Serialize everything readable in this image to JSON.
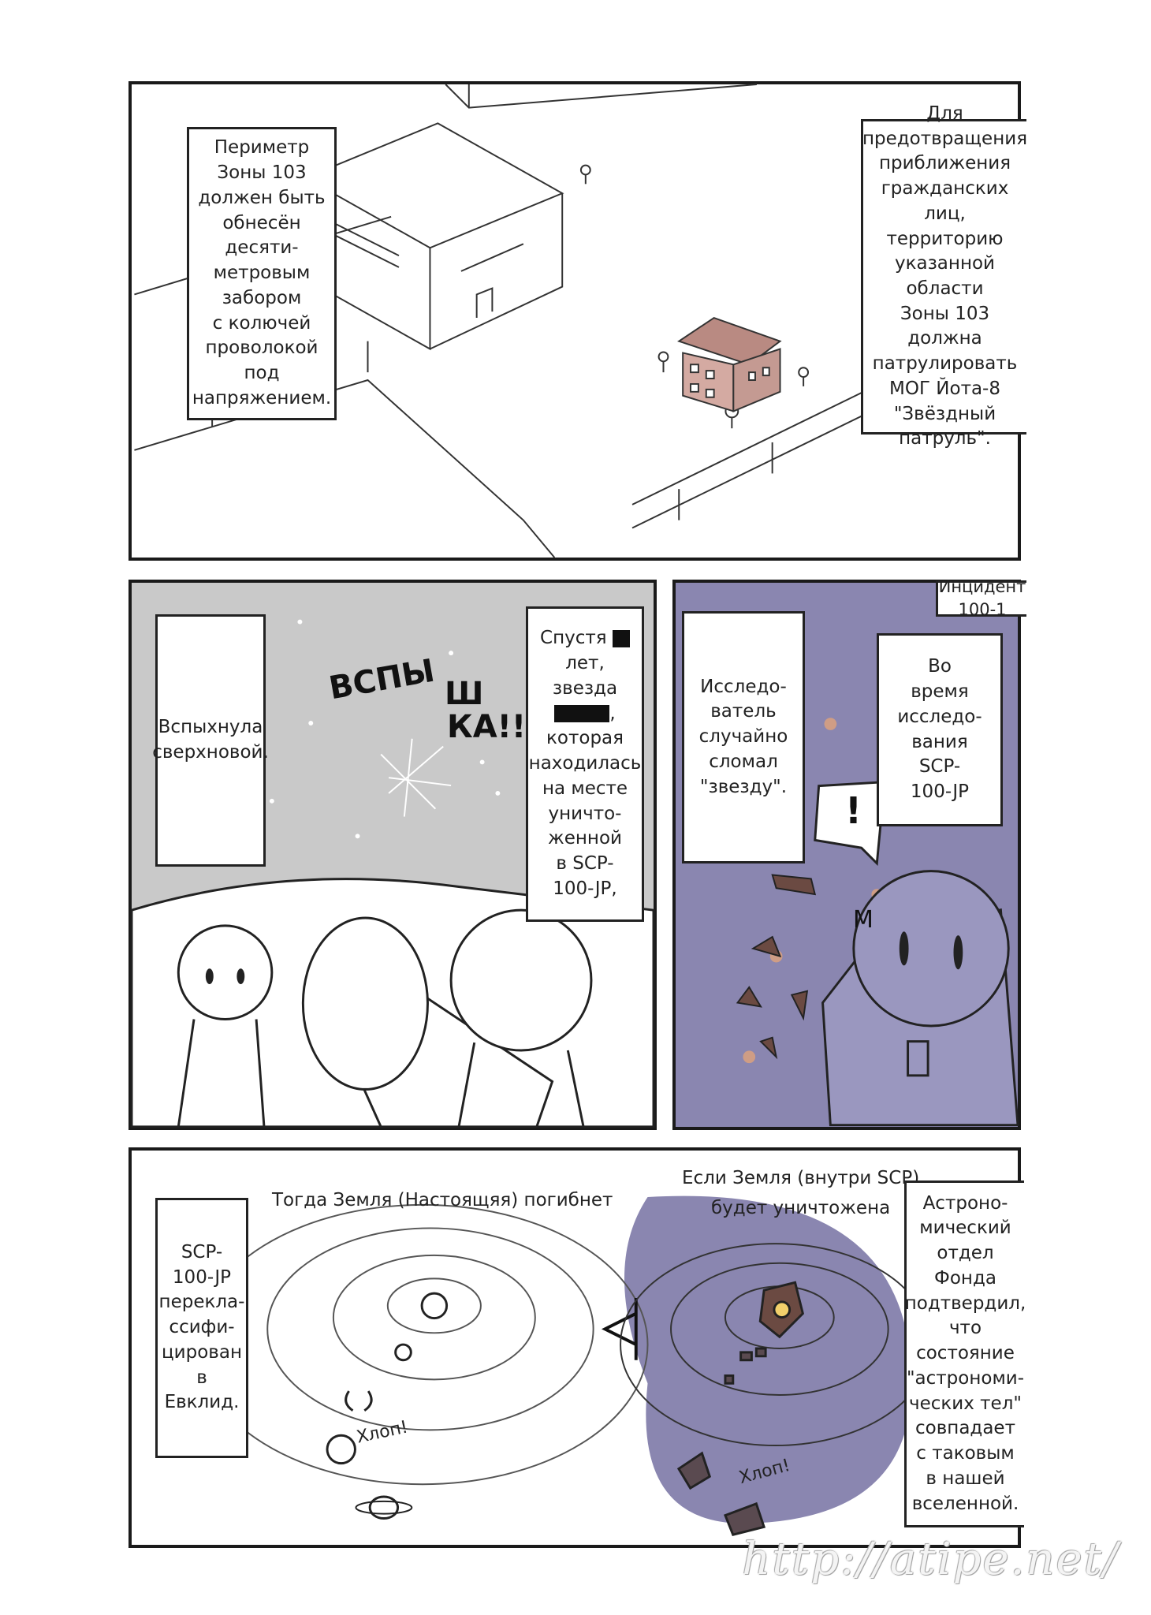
{
  "panel1": {
    "caption_left": "Периметр\nЗоны 103\nдолжен быть\nобнесён\nдесяти-\nметровым\nзабором\nс колючей\nпроволокой\nпод\nнапряжением.",
    "caption_right": "Для\nпредотвращения\nприближения\nгражданских лиц,\nтерриторию\nуказанной\nобласти\nЗоны 103\nдолжна\nпатрулировать\nМОГ Йота-8\n\"Звёздный\nпатруль\"."
  },
  "panel2": {
    "caption_left": "Вспыхнула\nсверхновой.",
    "sfx_1": "ВСПЫ",
    "sfx_2": "Ш",
    "sfx_3": "КА!!",
    "caption_right_l1": "Спустя",
    "caption_right_l2": "лет,\nзвезда",
    "caption_right_l3": ",",
    "caption_right_l4": "которая\nнаходилась\nна месте\nуничто-\nженной\nв SCP-\n100-JP,"
  },
  "panel3": {
    "title_tag": "Инцидент 100-1",
    "caption_left": "Исследо-\nватель\nслучайно\nсломал\n\"звезду\".",
    "caption_right": "Во\nвремя\nисследо-\nвания\nSCP-\n100-JP",
    "speech": "!",
    "sfx": "М"
  },
  "panel4": {
    "caption_left": "SCP-\n100-JP\nперекла-\nссифи-\nцирован\nв Евклид.",
    "label_left": "Тогда Земля (Настоящяя) погибнет",
    "label_right_1": "Если Земля (внутри SCP)",
    "label_right_2": "будет уничтожена",
    "sfx_left": "Хлоп!",
    "sfx_right": "Хлоп!",
    "caption_right": "Астроно-\nмический\nотдел Фонда\nподтвердил,\nчто\nсостояние\n\"астрономи-\nческих тел\"\nсовпадает\nс таковым\nв нашей\nвселенной."
  },
  "watermark": "http://atipe.net/",
  "colors": {
    "purple_bg": "#8a86b0",
    "gray_bg": "#c9c9c9",
    "ink": "#1a1a1a",
    "house": "#c79b93"
  }
}
